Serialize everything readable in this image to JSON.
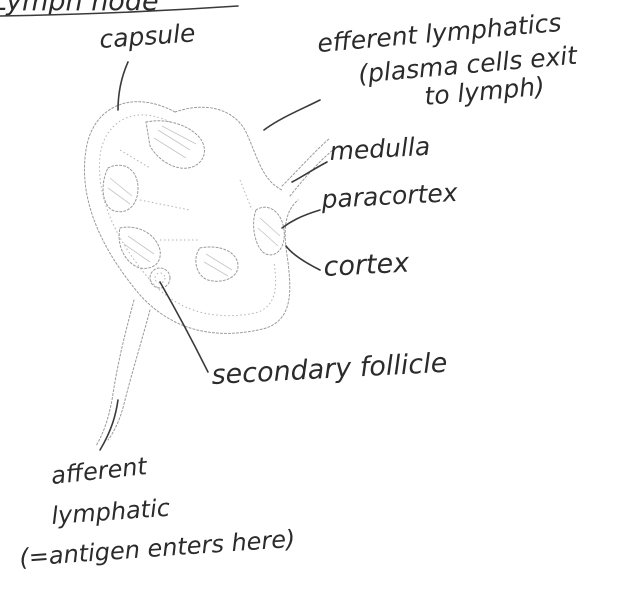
{
  "diagram": {
    "title_fragment": "Lymph node",
    "labels": {
      "capsule": "capsule",
      "efferent_line1": "efferent lymphatics",
      "efferent_line2": "(plasma cells exit",
      "efferent_line3": "to lymph)",
      "medulla": "medulla",
      "paracortex": "paracortex",
      "cortex": "cortex",
      "secondary_follicle": "secondary follicle",
      "afferent_line1": "afferent",
      "afferent_line2": "lymphatic",
      "afferent_line3": "(=antigen enters here)"
    }
  }
}
